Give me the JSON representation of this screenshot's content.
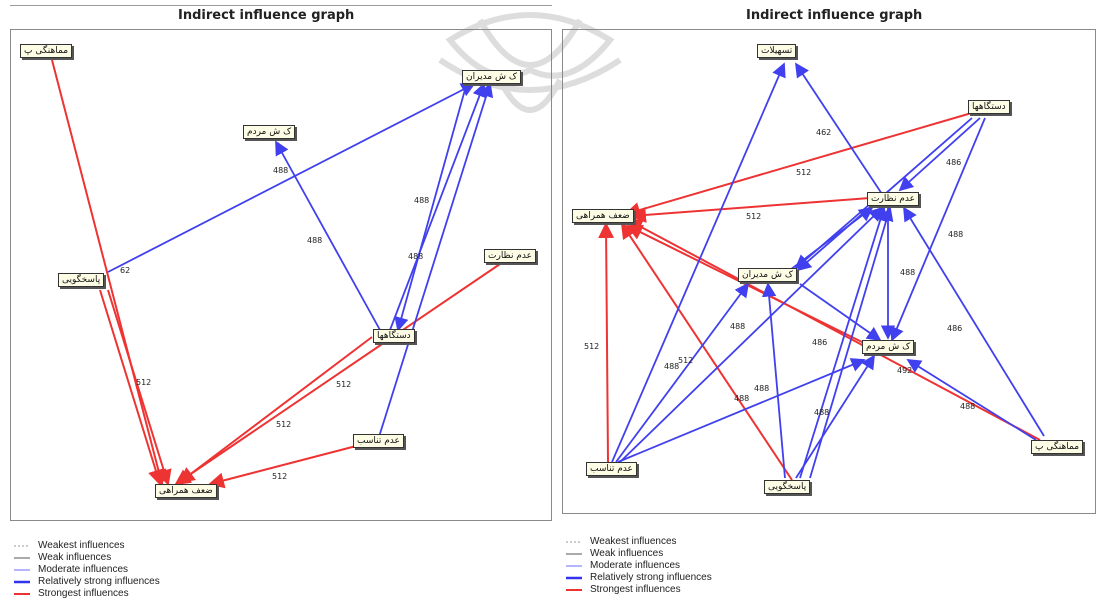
{
  "panels": [
    {
      "title": "Indirect influence graph",
      "nodes": [
        {
          "id": "a1",
          "label": "مماهنگی پ"
        },
        {
          "id": "a2",
          "label": "ک ش مدیران"
        },
        {
          "id": "a3",
          "label": "ک ش مردم"
        },
        {
          "id": "a4",
          "label": "عدم نظارت"
        },
        {
          "id": "a5",
          "label": "پاسخگویی"
        },
        {
          "id": "a6",
          "label": "دستگاهها"
        },
        {
          "id": "a7",
          "label": "عدم تناسب"
        },
        {
          "id": "a8",
          "label": "ضعف همراهی"
        }
      ],
      "edge_labels": [
        "488",
        "488",
        "488",
        "488",
        "512",
        "512",
        "512",
        "512",
        "62"
      ]
    },
    {
      "title": "Indirect influence graph",
      "nodes": [
        {
          "id": "b1",
          "label": "تسهیلات"
        },
        {
          "id": "b2",
          "label": "دستگاهها"
        },
        {
          "id": "b3",
          "label": "عدم نظارت"
        },
        {
          "id": "b4",
          "label": "ضعف همراهی"
        },
        {
          "id": "b5",
          "label": "ک ش مدیران"
        },
        {
          "id": "b6",
          "label": "ک ش مردم"
        },
        {
          "id": "b7",
          "label": "عدم تناسب"
        },
        {
          "id": "b8",
          "label": "پاسخگویی"
        },
        {
          "id": "b9",
          "label": "مماهنگی پ"
        }
      ],
      "edge_labels": [
        "462",
        "512",
        "512",
        "486",
        "488",
        "488",
        "488",
        "486",
        "486",
        "512",
        "512",
        "488",
        "492",
        "488",
        "488",
        "488",
        "488"
      ]
    }
  ],
  "legend": [
    {
      "label": "Weakest influences",
      "style": "dotted",
      "color": "#9a9a9a",
      "width": 1
    },
    {
      "label": "Weak influences",
      "style": "solid",
      "color": "#555555",
      "width": 1
    },
    {
      "label": "Moderate influences",
      "style": "solid",
      "color": "#6a6aff",
      "width": 1
    },
    {
      "label": "Relatively strong influences",
      "style": "solid",
      "color": "#3333ee",
      "width": 2.5
    },
    {
      "label": "Strongest influences",
      "style": "solid",
      "color": "#ee3333",
      "width": 2
    }
  ],
  "colors": {
    "strongest": "#ee3333",
    "relatively_strong": "#4040ee",
    "node_fill": "#fdfde6"
  }
}
